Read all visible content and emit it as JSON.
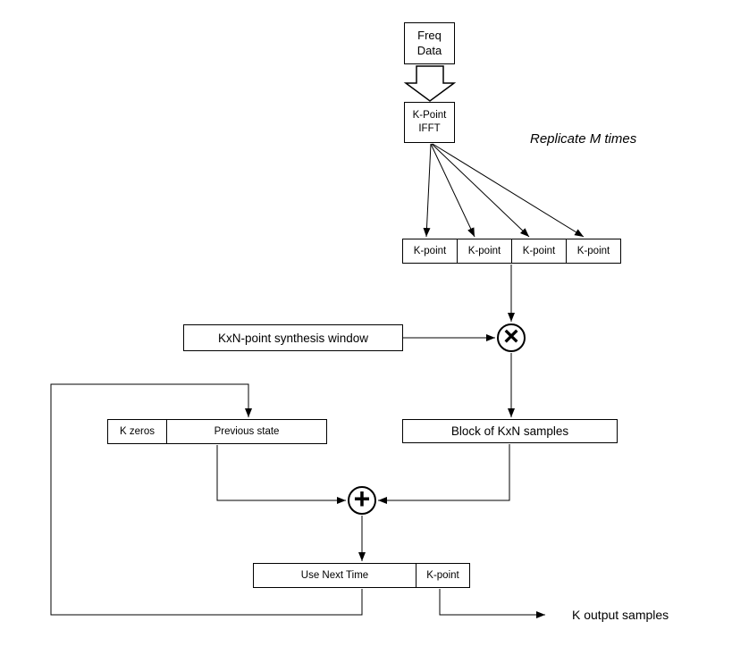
{
  "colors": {
    "stroke": "#000000",
    "background": "#ffffff"
  },
  "diagram": {
    "freq_data": {
      "line1": "Freq",
      "line2": "Data"
    },
    "ifft": {
      "line1": "K-Point",
      "line2": "IFFT"
    },
    "replicate_note": "Replicate M times",
    "ifft_output_cells": [
      "K-point",
      "K-point",
      "K-point",
      "K-point"
    ],
    "synthesis_window": "KxN-point synthesis window",
    "multiply_icon": "×",
    "block_samples": "Block of KxN samples",
    "state_box": {
      "k_zeros": "K zeros",
      "previous_state": "Previous state"
    },
    "plus_icon": "+",
    "next_time_box": {
      "use_next_time": "Use Next Time",
      "k_point": "K-point"
    },
    "output_label": "K output samples"
  }
}
